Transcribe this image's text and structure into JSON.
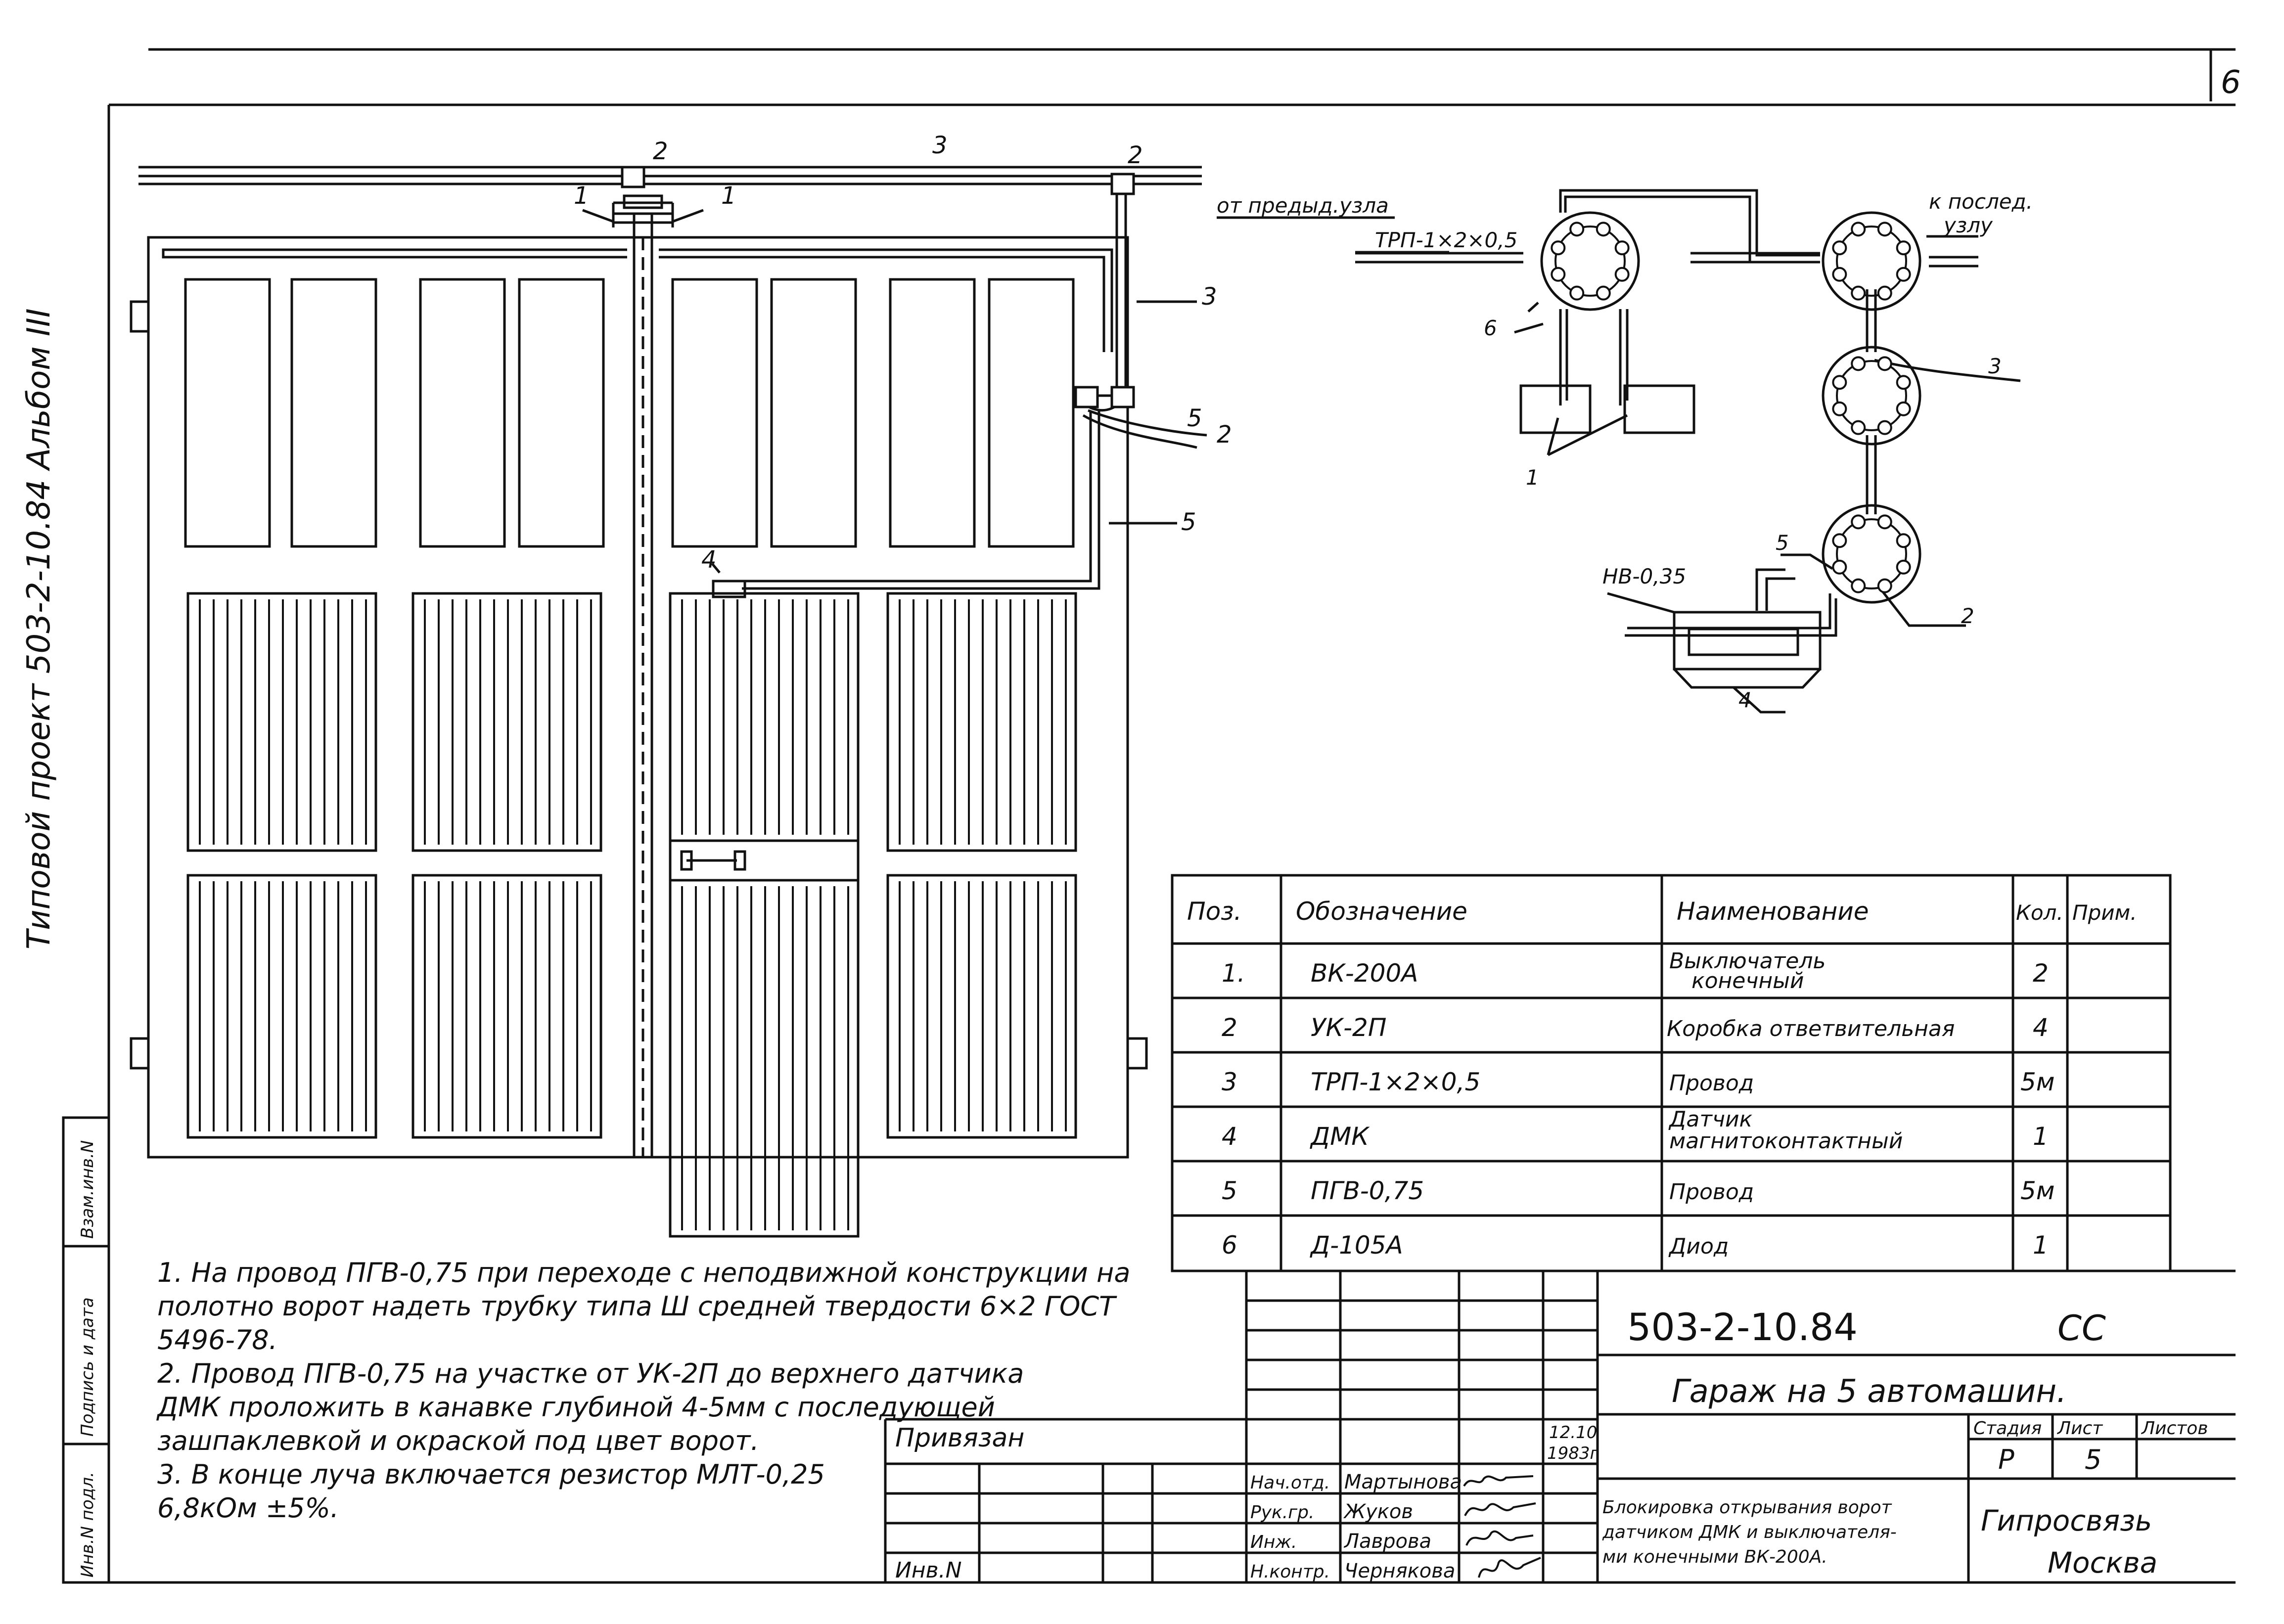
{
  "sheet_number": "6",
  "side_album_text": "Типовой проект 503-2-10.84 Альбом III",
  "side_stamp": [
    "Инв.N подл.",
    "Подпись и дата",
    "Взам.инв.N"
  ],
  "gate_callouts": {
    "sensor_1": "1",
    "box_2a": "2",
    "wire_3a": "3",
    "box_2b": "2",
    "wire_3b": "3",
    "wire_5a": "5",
    "box_2c": "2",
    "wire_5b": "5",
    "sensor_4": "4"
  },
  "schematic": {
    "from_prev": "от предыд.узла",
    "wire_label": "ТРП-1×2×0,5",
    "to_next_line1": "к послед.",
    "to_next_line2": "узлу",
    "pos6": "6",
    "pos1": "1",
    "pos3": "3",
    "pos5": "5",
    "pos2": "2",
    "pos4": "4",
    "nv_label": "НВ-0,35"
  },
  "spec_table": {
    "headers": [
      "Поз.",
      "Обозначение",
      "Наименование",
      "Кол.",
      "Прим."
    ],
    "rows": [
      {
        "pos": "1.",
        "code": "ВК-200А",
        "name_l1": "Выключатель",
        "name_l2": "конечный",
        "qty": "2",
        "note": ""
      },
      {
        "pos": "2",
        "code": "УК-2П",
        "name_l1": "Коробка ответвительная",
        "name_l2": "",
        "qty": "4",
        "note": ""
      },
      {
        "pos": "3",
        "code": "ТРП-1×2×0,5",
        "name_l1": "Провод",
        "name_l2": "",
        "qty": "5м",
        "note": ""
      },
      {
        "pos": "4",
        "code": "ДМК",
        "name_l1": "Датчик",
        "name_l2": "магнитоконтактный",
        "qty": "1",
        "note": ""
      },
      {
        "pos": "5",
        "code": "ПГВ-0,75",
        "name_l1": "Провод",
        "name_l2": "",
        "qty": "5м",
        "note": ""
      },
      {
        "pos": "6",
        "code": "Д-105А",
        "name_l1": "Диод",
        "name_l2": "",
        "qty": "1",
        "note": ""
      }
    ]
  },
  "notes": [
    "1. На провод ПГВ-0,75 при переходе с неподвижной конструкции на полотно ворот надеть трубку типа Ш средней твердости 6×2 ГОСТ 5496-78.",
    "2. Провод ПГВ-0,75 на участке от УК-2П до верхнего датчика ДМК проложить в канавке глубиной 4-5мм с последующей зашпаклевкой и окраской под цвет ворот.",
    "3. В конце луча включается резистор МЛТ-0,25 6,8кОм ±5%."
  ],
  "title_block": {
    "doc_code": "503-2-10.84",
    "doc_mark": "СС",
    "project": "Гараж на 5 автомашин.",
    "privyazan": "Привязан",
    "inv": "Инв.N",
    "date_l1": "12.10",
    "date_l2": "1983г",
    "roles": [
      "Нач.отд.",
      "Рук.гр.",
      "Инж.",
      "Н.контр."
    ],
    "names": [
      "Мартынова",
      "Жуков",
      "Лаврова",
      "Чернякова"
    ],
    "sheet_title_l1": "Блокировка открывания ворот",
    "sheet_title_l2": "датчиком ДМК и выключателя-",
    "sheet_title_l3": "ми конечными ВК-200А.",
    "stage_header": "Стадия",
    "sheet_header": "Лист",
    "sheets_header": "Листов",
    "stage": "Р",
    "sheet": "5",
    "sheets": "",
    "org_l1": "Гипросвязь",
    "org_l2": "Москва"
  }
}
